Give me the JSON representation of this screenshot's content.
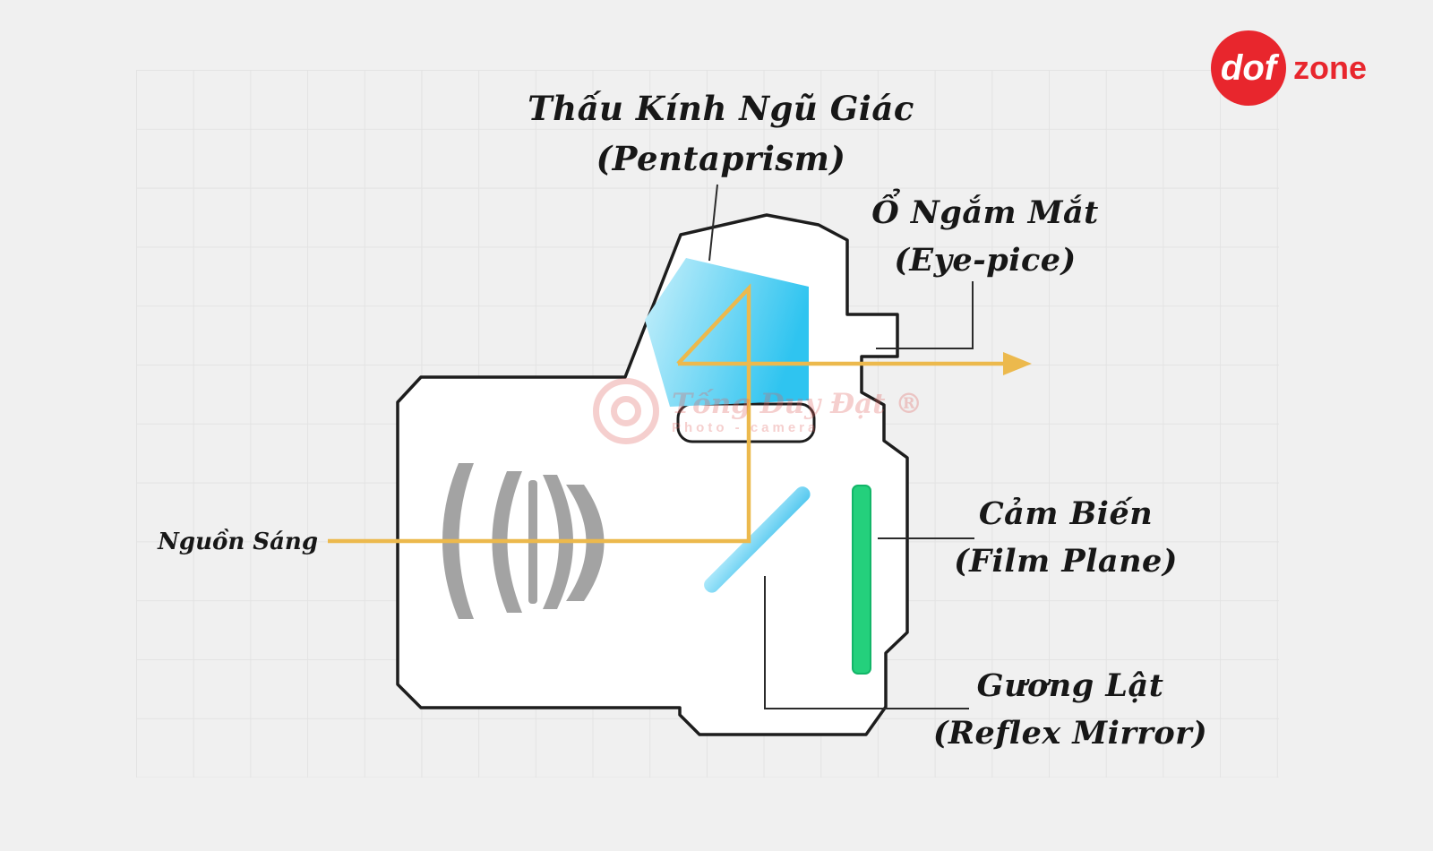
{
  "logo": {
    "mark": "dof",
    "word": "zone"
  },
  "labels": {
    "pentaprism": {
      "line1": "Thấu Kính Ngũ Giác",
      "line2": "(Pentaprism)"
    },
    "eyepiece": {
      "line1": "Ổ Ngắm Mắt",
      "line2": "(Eye-pice)"
    },
    "sensor": {
      "line1": "Cảm Biến",
      "line2": "(Film Plane)"
    },
    "mirror": {
      "line1": "Gương Lật",
      "line2": "(Reflex Mirror)"
    },
    "light_source": {
      "line1": "Nguồn Sáng"
    }
  },
  "watermark": {
    "line1": "Tống Duy Đạt ®",
    "line2": "Photo - camera"
  },
  "icons": {
    "logo_circle": "dof-logo-circle",
    "watermark_badge": "camera-lens-icon",
    "arrowhead": "light-arrowhead-icon"
  },
  "colors": {
    "background": "#f0f0f0",
    "grid_line": "#e3e3e3",
    "outline": "#1d1d1d",
    "body_fill": "#ffffff",
    "lens_gray": "#a3a3a3",
    "light_ray": "#ecb94d",
    "pentaprism_light": "#c9f0fb",
    "pentaprism_dark": "#2fc4f0",
    "mirror_light": "#aee9fb",
    "mirror_dark": "#54c8ef",
    "sensor_green": "#24d07c",
    "sensor_green_dark": "#12b568",
    "leader_line": "#2b2b2b",
    "logo_red": "#e8262d",
    "watermark_red": "#e0625f",
    "text": "#171717"
  }
}
